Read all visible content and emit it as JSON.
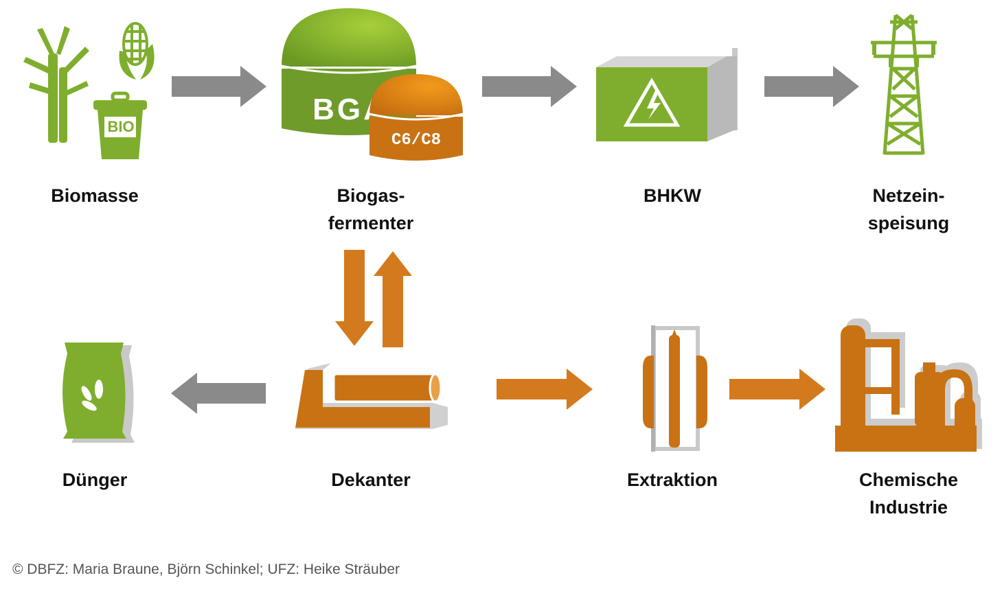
{
  "nodes": {
    "biomasse": "Biomasse",
    "biogasfermenter": "Biogas-\nfermenter",
    "bhkw": "BHKW",
    "netzeinspeisung": "Netzein-\nspeisung",
    "duenger": "Dünger",
    "dekanter": "Dekanter",
    "extraktion": "Extraktion",
    "chemische_industrie": "Chemische\nIndustrie"
  },
  "icon_text": {
    "bio": "BIO",
    "bga": "BGA",
    "c6c8": "C6/C8"
  },
  "colors": {
    "green": "#7fae2e",
    "orange": "#d47a1e",
    "gray_arrow": "#8a8a8a",
    "gray_light": "#d0d0d0"
  },
  "credit": "© DBFZ: Maria Braune, Björn Schinkel; UFZ: Heike Sträuber"
}
